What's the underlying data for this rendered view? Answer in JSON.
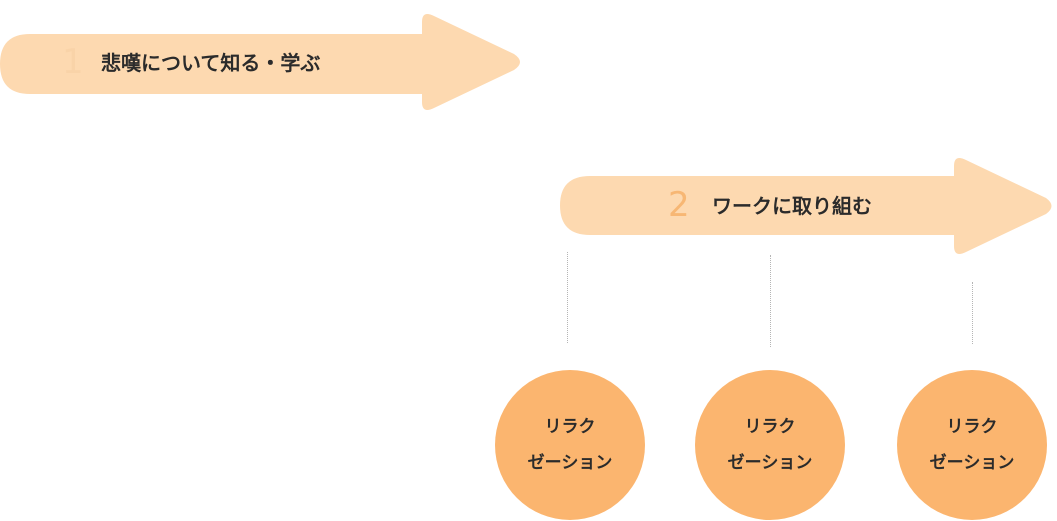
{
  "colors": {
    "arrow_fill": "#fdd9b0",
    "arrow1_number": "#f9d3a8",
    "arrow2_number": "#f7b774",
    "circle_fill": "#fbb56f",
    "connector": "#b5b5b5",
    "text": "#2b2b2b"
  },
  "steps": [
    {
      "number": "1",
      "label": "悲嘆について知る・学ぶ"
    },
    {
      "number": "2",
      "label": "ワークに取り組む"
    }
  ],
  "activities": [
    {
      "line1": "リラク",
      "line2": "ゼーション"
    },
    {
      "line1": "リラク",
      "line2": "ゼーション"
    },
    {
      "line1": "リラク",
      "line2": "ゼーション"
    }
  ]
}
